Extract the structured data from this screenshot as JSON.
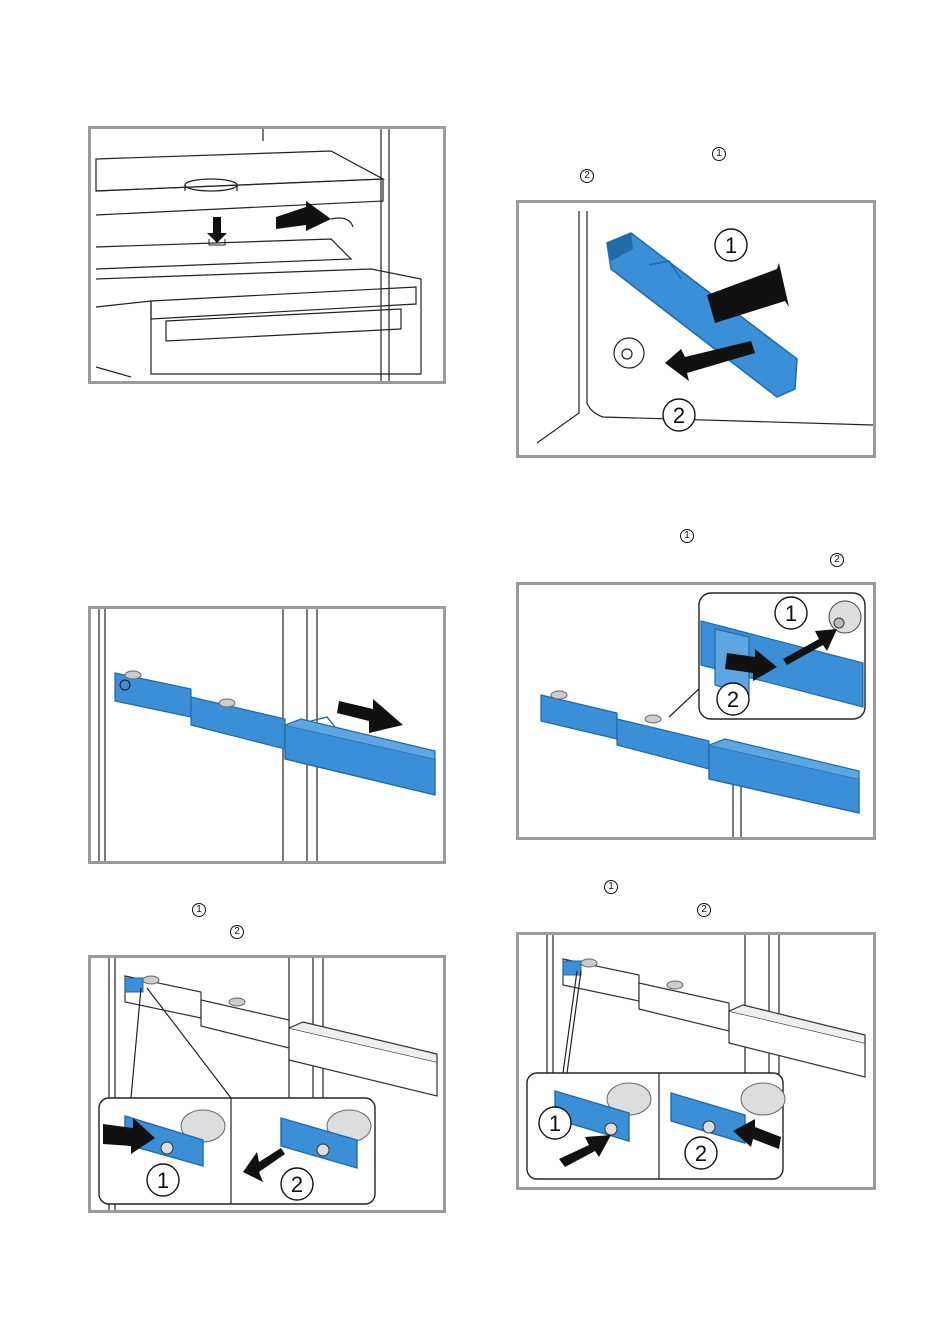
{
  "step_markers": {
    "figure_b_1": "1",
    "figure_b_2": "2",
    "figure_d_1": "1",
    "figure_d_2": "2",
    "figure_e_1": "1",
    "figure_e_2": "2",
    "figure_f_1": "1",
    "figure_f_2": "2"
  },
  "callouts": {
    "b": [
      "1",
      "2"
    ],
    "d": [
      "1",
      "2"
    ],
    "e": [
      "1",
      "2"
    ],
    "f": [
      "1",
      "2"
    ]
  },
  "colors": {
    "part_blue": "#3b8fd6",
    "part_blue_dark": "#1f6aa8",
    "frame": "#9a9a9a",
    "line": "#222222"
  }
}
